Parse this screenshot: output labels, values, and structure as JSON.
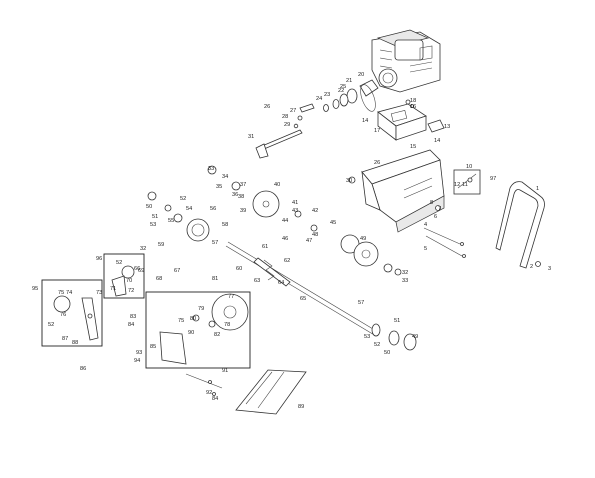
{
  "engine_labels": [
    "20",
    "21",
    "22",
    "23",
    "24",
    "25"
  ],
  "belt_plate_labels": [
    "18",
    "16",
    "17",
    "14",
    "15",
    "13",
    "14"
  ],
  "upper_left_labels": [
    "26",
    "27",
    "28",
    "29",
    "31"
  ],
  "housing_labels": [
    "26",
    "30",
    "4",
    "5",
    "6",
    "7",
    "8"
  ],
  "handle_labels": [
    "1",
    "2",
    "3",
    "10",
    "11",
    "12",
    "97"
  ],
  "auger_labels": [
    "32",
    "33",
    "34",
    "35",
    "36",
    "37",
    "38",
    "39",
    "40",
    "41",
    "42",
    "43",
    "44",
    "45",
    "46",
    "47",
    "48",
    "49",
    "50",
    "51",
    "52",
    "53",
    "54",
    "55",
    "56",
    "57",
    "58",
    "59",
    "60",
    "61",
    "62",
    "63",
    "64",
    "65",
    "66",
    "67"
  ],
  "lower_labels": [
    "49",
    "50",
    "51",
    "52",
    "53",
    "57",
    "32",
    "33",
    "68",
    "81",
    "89",
    "91",
    "92",
    "84"
  ],
  "kit_95": {
    "tag": "95",
    "labels": [
      "75",
      "74",
      "73",
      "76",
      "52",
      "87",
      "88",
      "86"
    ]
  },
  "kit_96": {
    "tag": "96",
    "labels": [
      "52",
      "69",
      "70",
      "71",
      "72"
    ]
  },
  "kit_94": {
    "tag": "94",
    "labels": [
      "77",
      "78",
      "79",
      "80",
      "75",
      "82",
      "83",
      "84",
      "85",
      "93",
      "90"
    ]
  }
}
